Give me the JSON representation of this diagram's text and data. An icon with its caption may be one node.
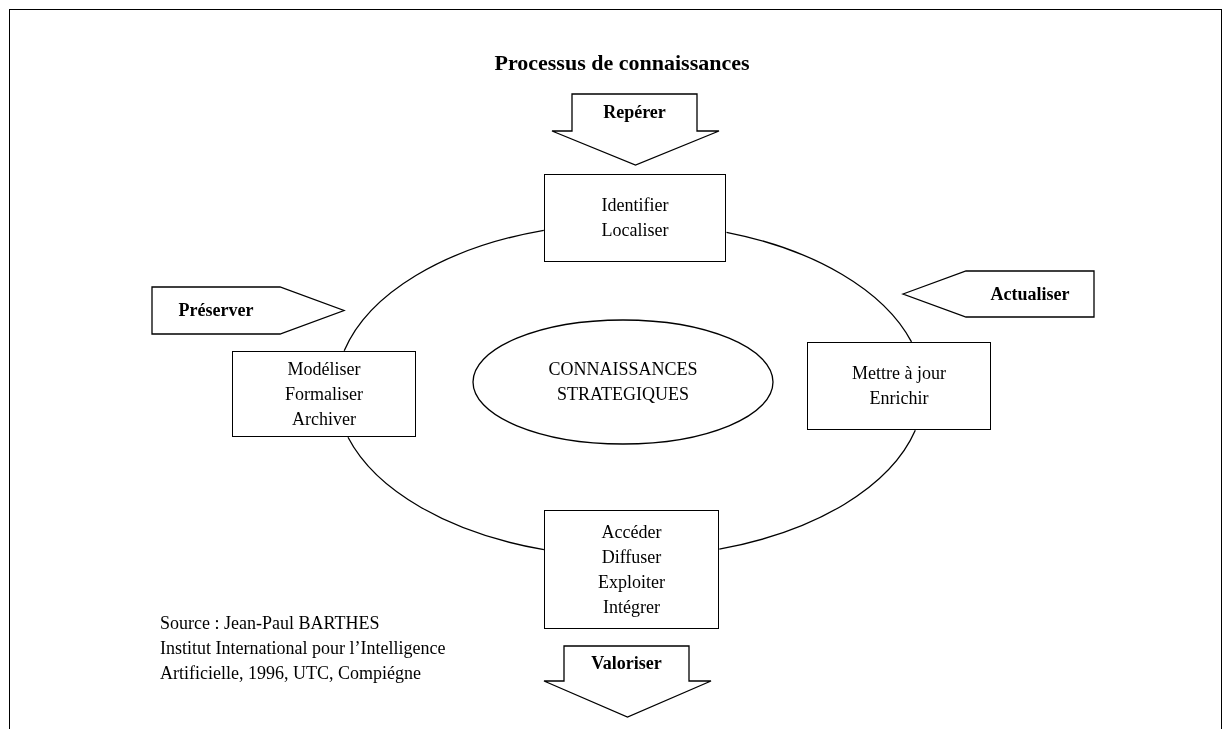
{
  "diagram": {
    "title": "Processus de connaissances",
    "nodes": [
      {
        "text": [
          "Repérer"
        ]
      },
      {
        "text": [
          "Identifier",
          "Localiser"
        ]
      },
      {
        "text": [
          "Préserver"
        ]
      },
      {
        "text": [
          "Actualiser"
        ]
      },
      {
        "text": [
          "Modéliser",
          "Formaliser",
          "Archiver"
        ]
      },
      {
        "text": [
          "CONNAISSANCES STRATEGIQUES"
        ]
      },
      {
        "text": [
          "Mettre à jour",
          "Enrichir"
        ]
      },
      {
        "text": [
          "Accéder",
          "Diffuser",
          "Exploiter",
          "Intégrer"
        ]
      },
      {
        "text": [
          "Valoriser"
        ]
      }
    ],
    "edges": [
      {
        "from": 1,
        "to": 6,
        "arrow": "none"
      },
      {
        "from": 6,
        "to": 7,
        "arrow": "none"
      },
      {
        "from": 7,
        "to": 4,
        "arrow": "none"
      },
      {
        "from": 4,
        "to": 1,
        "arrow": "none"
      }
    ],
    "labels": [
      "Source : Jean-Paul BARTHES",
      "Institut International pour l’Intelligence Artificielle, 1996, UTC, Compiégne"
    ]
  }
}
